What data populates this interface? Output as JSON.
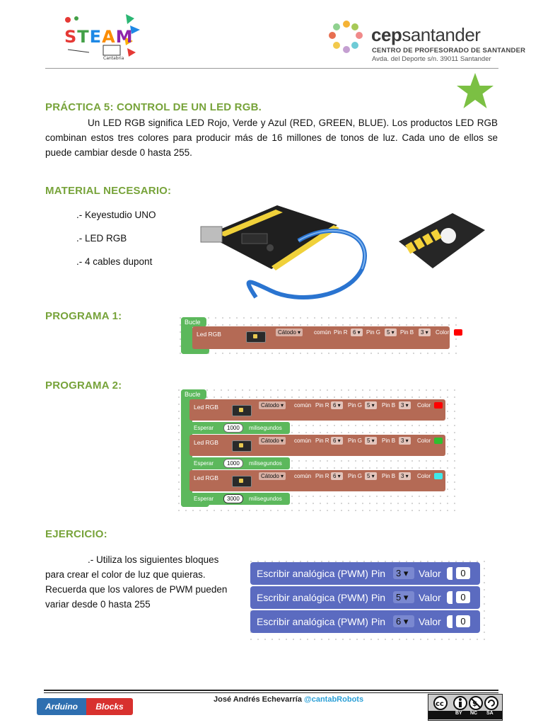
{
  "header": {
    "steam_logo_letters": [
      "S",
      "T",
      "E",
      "A",
      "M"
    ],
    "steam_logo_caption": "Cantabria",
    "cep_brand_bold": "cep",
    "cep_brand_rest": "santander",
    "cep_subtitle": "CENTRO DE PROFESORADO DE SANTANDER",
    "cep_address": "Avda. del Deporte s/n. 39011 Santander",
    "star_color": "#7bc043"
  },
  "practica": {
    "title": "PRÁCTICA 5: CONTROL DE UN LED RGB.",
    "intro": "Un LED RGB significa LED Rojo, Verde y Azul (RED, GREEN, BLUE). Los productos LED RGB combinan estos tres colores para producir más de 16 millones de tonos de luz. Cada uno de ellos se puede cambiar desde 0 hasta 255."
  },
  "material": {
    "title": "MATERIAL NECESARIO:",
    "items": [
      ".- Keyestudio UNO",
      ".- LED RGB",
      ".- 4 cables dupont"
    ]
  },
  "programa1": {
    "title": "PROGRAMA 1:",
    "loop_label": "Bucle",
    "block": {
      "label": "Led RGB",
      "type_value": "Cátodo",
      "comun": "común",
      "pin_r_label": "Pin R",
      "pin_r": "6",
      "pin_g_label": "Pin G",
      "pin_g": "5",
      "pin_b_label": "Pin B",
      "pin_b": "3",
      "color_label": "Color",
      "color": "#ff0000"
    }
  },
  "programa2": {
    "title": "PROGRAMA 2:",
    "loop_label": "Bucle",
    "led_label": "Led RGB",
    "type_value": "Cátodo",
    "comun": "común",
    "pin_r_label": "Pin R",
    "pin_r": "6",
    "pin_g_label": "Pin G",
    "pin_g": "5",
    "pin_b_label": "Pin B",
    "pin_b": "3",
    "color_label": "Color",
    "colors": [
      "#ff0000",
      "#2fbf2f",
      "#3fe8ea"
    ],
    "wait_label": "Esperar",
    "wait_unit": "milisegundos",
    "waits": [
      "1000",
      "1000",
      "3000"
    ]
  },
  "ejercicio": {
    "title": "EJERCICIO:",
    "lines": [
      ".- Utiliza los siguientes bloques",
      "para crear el color de luz que quieras.",
      "Recuerda que los valores de PWM pueden",
      "variar desde 0 hasta 255"
    ],
    "pwm_label": "Escribir analógica (PWM) Pin",
    "value_label": "Valor",
    "pwm_blocks": [
      {
        "pin": "3",
        "value": "0"
      },
      {
        "pin": "5",
        "value": "0"
      },
      {
        "pin": "6",
        "value": "0"
      }
    ]
  },
  "footer": {
    "author": "José Andrés Echevarría",
    "handle": "@cantabRobots",
    "arduino_label": "Arduino",
    "blocks_label": "Blocks",
    "license_tags": [
      "BY",
      "NC",
      "SA"
    ]
  }
}
